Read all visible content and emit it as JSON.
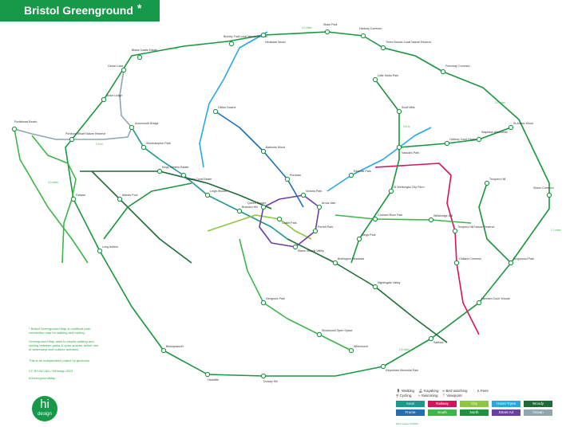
{
  "title": "Bristol Greenground",
  "title_mark": "*",
  "notes": {
    "intro": "* Bristol Greenground Map is unofficial park connection map for walking and cycling.",
    "aim": "Greenground Map aims to inspire walking and cycling between parks & open spaces, active use of waterways and outdoor activities.",
    "independent": "This is an independent project by geolocho.",
    "license": "CC BY-NC-ND / HiDesign 2021",
    "hashtag": "#GreengroundMap"
  },
  "logo": {
    "hi": "hi",
    "design": "design"
  },
  "activities": [
    "Walking",
    "Cycling",
    "Kayaking",
    "Swimming",
    "Bird watching",
    "Viewpoint",
    "Fees"
  ],
  "routes": [
    {
      "name": "Avon",
      "color": "#1a9a8a"
    },
    {
      "name": "Railway",
      "color": "#d4145a"
    },
    {
      "name": "City",
      "color": "#8dc63f"
    },
    {
      "name": "Hazel Tryes",
      "color": "#29a8e0"
    },
    {
      "name": "Woody",
      "color": "#1e6b36"
    },
    {
      "name": "Frome",
      "color": "#1f6fb5"
    },
    {
      "name": "South",
      "color": "#3cb54a"
    },
    {
      "name": "North",
      "color": "#1a9641"
    },
    {
      "name": "Street Art",
      "color": "#6a3fa0"
    },
    {
      "name": "Ocean",
      "color": "#8fa5b0"
    }
  ],
  "version": "First version 07/2021",
  "stations": [
    "Brentry Trail Local Nature Reserve",
    "Blaise Castle Estate",
    "Henleaze Wood",
    "Ocean Lake",
    "Stoke Park",
    "Harbury Common",
    "Three Brooks Local Nature Reserve",
    "Frenchay Common",
    "Stoke Lodge",
    "Badocks Wood",
    "Purdown",
    "Little Stoke Park",
    "Snuff Mills",
    "Eastville Park",
    "Vassall's Park",
    "Oldbury Court Estate",
    "Stapleton Allotments",
    "St Annes Wood",
    "Troopers Hill",
    "Kingswood Park",
    "Siston Common",
    "Hanham Court Woods",
    "Portishead Beach",
    "Portbury Wharf Nature Reserve",
    "Avonmouth Bridge",
    "Shirehampton Park",
    "Abbots Pool",
    "Kings Weston Estate",
    "Ashton Court Estate",
    "Leigh Woods",
    "Clifton Downs",
    "Brandon Hill",
    "Castle Park",
    "Queen Square",
    "Victoria Park",
    "Arnos Vale",
    "Perrett Park",
    "Manor Woods Valley",
    "Hengrove Park",
    "Stockwood Open Space",
    "Whitchurch",
    "Dundry Hill",
    "Long Ashton",
    "Failand",
    "Conham River Park",
    "Willsbridge Mill",
    "Brislington Meadows",
    "Nightingale Valley",
    "Dings Park",
    "St Werburghs City Farm",
    "Saltford",
    "Keynsham Memorial Park",
    "Troopers Hill Nature Reserve",
    "Oldland Common",
    "Bishopsworth",
    "Hartcliffe"
  ],
  "distances": [
    "1.5 miles",
    "2.0 miles",
    "0.8 mi",
    "3.0 miles",
    "1.2 miles",
    "2.5 miles",
    "0.5 mi",
    "4.0 miles"
  ]
}
